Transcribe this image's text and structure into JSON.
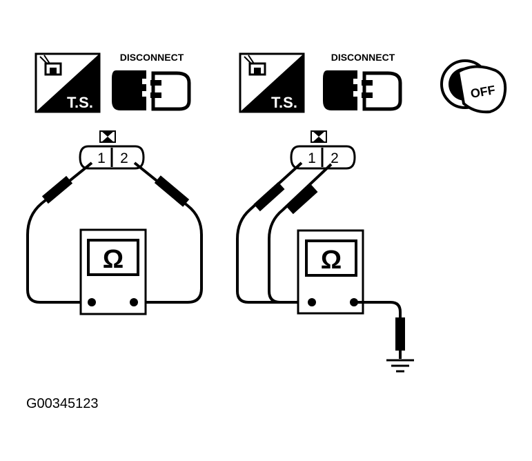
{
  "icons": {
    "ts_label": "T.S.",
    "disconnect_label": "DISCONNECT",
    "ignition_label": "OFF"
  },
  "connector": {
    "pin1": "1",
    "pin2": "2"
  },
  "meter": {
    "symbol": "Ω"
  },
  "figure_code": "G00345123"
}
